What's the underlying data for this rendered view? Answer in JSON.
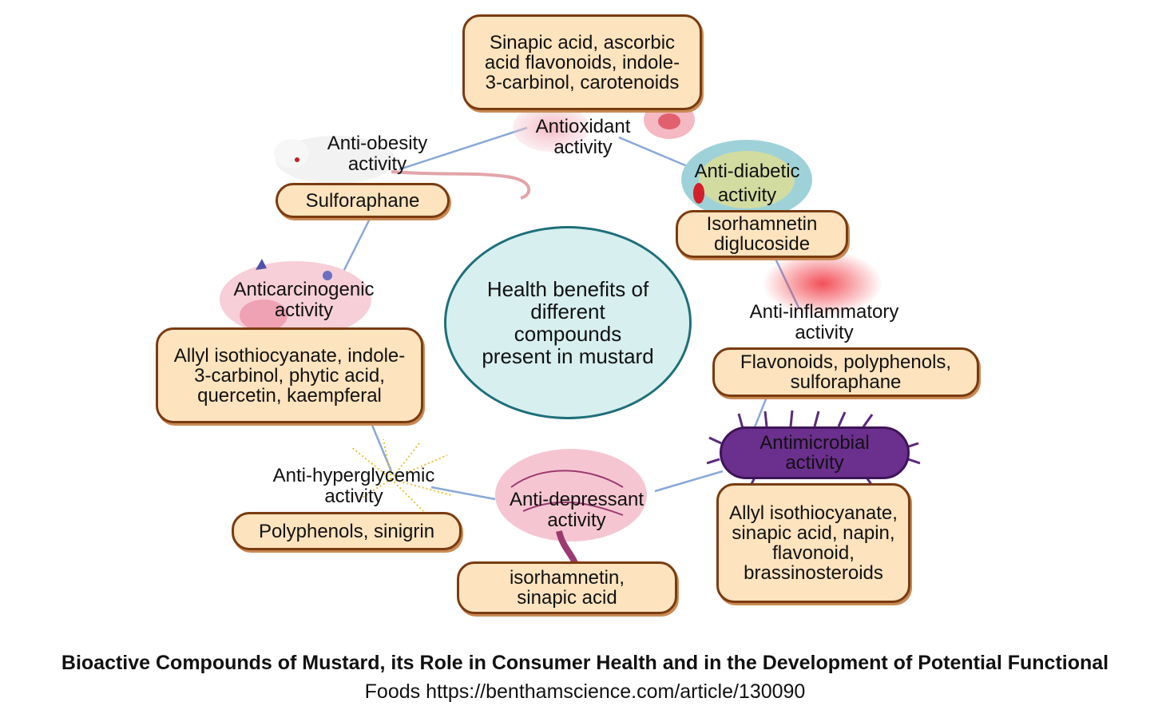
{
  "center": {
    "text": "Health benefits of different compounds present in mustard"
  },
  "activities": {
    "antioxidant": {
      "label": "Antioxidant activity",
      "compounds": "Sinapic acid, ascorbic acid flavonoids, indole-3-carbinol, carotenoids"
    },
    "anti_obesity": {
      "label": "Anti-obesity activity",
      "compounds": "Sulforaphane"
    },
    "anti_diabetic": {
      "label": "Anti-diabetic activity",
      "compounds": "Isorhamnetin diglucoside"
    },
    "anticarcinogenic": {
      "label": "Anticarcinogenic activity",
      "compounds": "Allyl isothiocyanate, indole-3-carbinol, phytic acid, quercetin, kaempferal"
    },
    "anti_inflammatory": {
      "label": "Anti-inflammatory activity",
      "compounds": "Flavonoids, polyphenols, sulforaphane"
    },
    "antimicrobial": {
      "label": "Antimicrobial activity",
      "compounds": "Allyl isothiocyanate, sinapic acid, napin, flavonoid, brassinosteroids"
    },
    "anti_hyperglycemic": {
      "label": "Anti-hyperglycemic activity",
      "compounds": "Polyphenols, sinigrin"
    },
    "anti_depressant": {
      "label": "Anti-depressant activity",
      "compounds": "isorhamnetin, sinapic acid"
    }
  },
  "caption": {
    "title": "Bioactive Compounds of Mustard, its Role in Consumer Health and in the Development of Potential Functional",
    "source": "Foods https://benthamscience.com/article/130090"
  },
  "colors": {
    "box_fill": "#fde3be",
    "box_border": "#7a3b10",
    "connector": "#8aa8d8",
    "center_fill": "#d7efef",
    "microbe": "#6b2f8e"
  }
}
